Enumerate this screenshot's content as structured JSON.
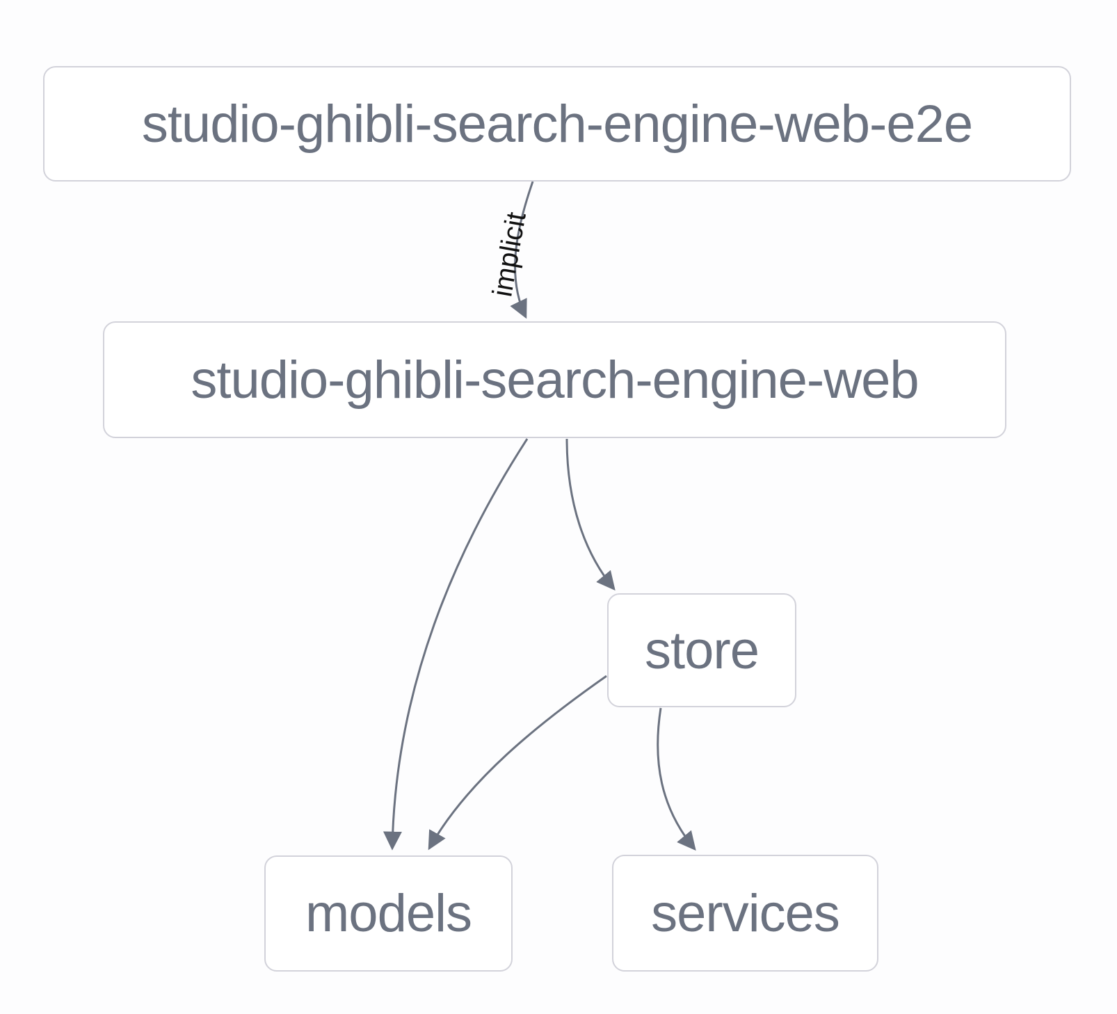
{
  "diagram": {
    "type": "dependency-graph",
    "nodes": [
      {
        "id": "e2e",
        "label": "studio-ghibli-search-engine-web-e2e"
      },
      {
        "id": "web",
        "label": "studio-ghibli-search-engine-web"
      },
      {
        "id": "store",
        "label": "store"
      },
      {
        "id": "models",
        "label": "models"
      },
      {
        "id": "services",
        "label": "services"
      }
    ],
    "edges": [
      {
        "from": "studio-ghibli-search-engine-web-e2e",
        "to": "studio-ghibli-search-engine-web",
        "label": "implicit"
      },
      {
        "from": "studio-ghibli-search-engine-web",
        "to": "models",
        "label": ""
      },
      {
        "from": "studio-ghibli-search-engine-web",
        "to": "store",
        "label": ""
      },
      {
        "from": "store",
        "to": "models",
        "label": ""
      },
      {
        "from": "store",
        "to": "services",
        "label": ""
      }
    ],
    "colors": {
      "background": "#fdfdfe",
      "node_fill": "#ffffff",
      "node_border": "#d2d2da",
      "node_text": "#6b7280",
      "edge": "#6b7280",
      "edge_label": "#111111"
    }
  }
}
